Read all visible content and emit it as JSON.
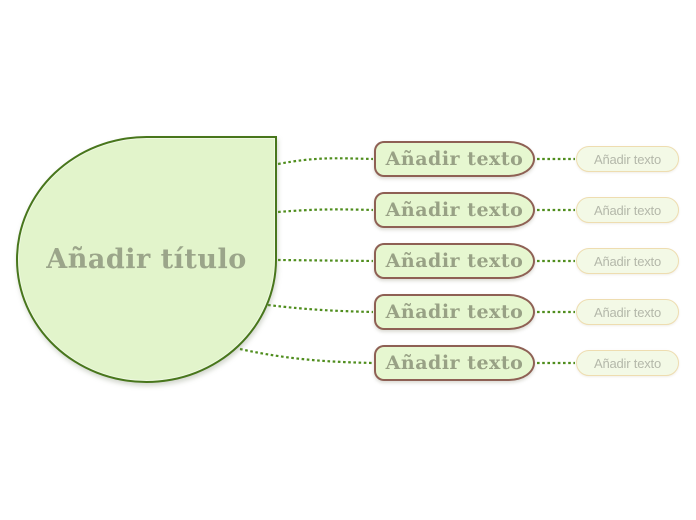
{
  "canvas": {
    "background_color": "#ffffff"
  },
  "root_topic": {
    "label": "Añadir título",
    "fill_color": "#e2f4cb",
    "border_color": "#48761c",
    "text_color": "#9ba58a"
  },
  "branches": [
    {
      "topic_label": "Añadir texto",
      "subtopic_label": "Añadir texto"
    },
    {
      "topic_label": "Añadir texto",
      "subtopic_label": "Añadir texto"
    },
    {
      "topic_label": "Añadir texto",
      "subtopic_label": "Añadir texto"
    },
    {
      "topic_label": "Añadir texto",
      "subtopic_label": "Añadir texto"
    },
    {
      "topic_label": "Añadir texto",
      "subtopic_label": "Añadir texto"
    }
  ],
  "styles": {
    "topic_fill_color": "#e6f7d0",
    "topic_border_color": "#8e6054",
    "topic_text_color": "#98a185",
    "subtopic_fill_color": "#f3f9e6",
    "subtopic_border_color": "#eeddb0",
    "subtopic_text_color": "#b4b8aa",
    "connector_color": "#4f8d1d",
    "connector_style": "dotted"
  }
}
